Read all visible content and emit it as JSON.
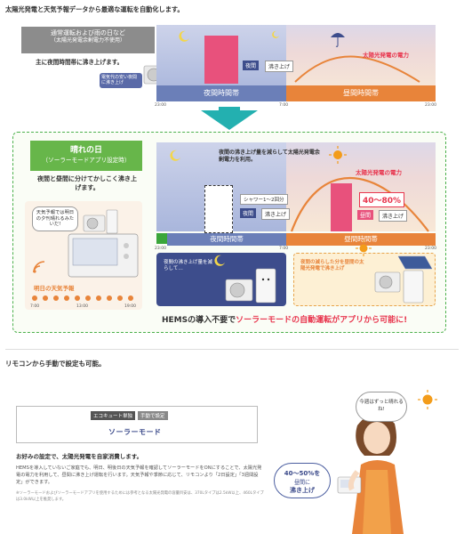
{
  "header": {
    "title": "太陽光発電と天気予報データから最適な運転を自動化します。"
  },
  "top_section": {
    "condition_title": "通常運転および雨の日など",
    "condition_note": "（太陽光発電余剰電力不使用）",
    "subtitle": "主に夜間時間帯に沸き上げます。",
    "speech_bubble": "電気代の安い夜間に沸き上げ",
    "night_label": "夜間",
    "boil_label": "沸き上げ",
    "solar_power_label": "太陽光発電の電力",
    "night_band": "夜間時間帯",
    "day_band": "昼間時間帯",
    "ticks": [
      "23:00",
      "7:00",
      "23:00"
    ]
  },
  "sunny_section": {
    "title": "晴れの日",
    "mode_note": "（ソーラーモードアプリ設定時）",
    "subtitle": "夜間と昼間に分けてかしこく沸き上げます。",
    "forecast_bubble": "天気予報では明日の夕刊晴れるみたいだ!",
    "forecast_label": "明日の天気予報",
    "forecast_times": [
      "7:00",
      "13:00",
      "19:00"
    ],
    "annotation": "夜間の沸き上げ量を減らして太陽光発電余剰電力を利用。",
    "shower_label": "シャワー1～2回分",
    "night_label": "夜間",
    "boil_label": "沸き上げ",
    "day_label": "昼間",
    "solar_power_label": "太陽光発電の電力",
    "percent_label": "40～80%",
    "night_band": "夜間時間帯",
    "day_band": "昼間時間帯",
    "ticks": [
      "23:00",
      "7:00",
      "23:00"
    ],
    "night_card_text": "夜間の沸き上げ量を減らして…",
    "day_card_text": "夜間の減らした分を昼間の太陽光発電で沸き上げ",
    "hems_prefix": "HEMSの導入不要で",
    "hems_highlight": "ソーラーモードの自動運転がアプリから可能に!"
  },
  "remote_section": {
    "title": "リモコンから手動で設定も可能。",
    "tag1": "エコキュート単独",
    "tag2": "手動で設定",
    "mode_name": "ソーラーモード",
    "lead": "お好みの設定で、太陽光発電を自家消費します。",
    "body": "HEMSを導入していないご家庭でも、明日、明後日の天気予報を確認してソーラーモードをONにすることで、太陽光発電の電力を利用して、昼間に沸き上げ運転を行います。天気予報や季節に応じて、リモコンより「2日設定」「3週間設定」ができます。",
    "footnote": "※ソーラーモードおよびソーラーモードアプリを使用するためには参考となる太陽光発電の容量目安は、370Lタイプは2.5kW以上、460Lタイプは3.0kW以上を推奨します。",
    "bubble_right": "今週はずっと晴れるね!",
    "bubble_left_1": "40～50%を",
    "bubble_left_2": "昼間に",
    "bubble_left_3": "沸き上げ"
  },
  "colors": {
    "accent_pink": "#e8517c",
    "night_blue": "#6b7fb8",
    "day_orange": "#e8843a",
    "green": "#67b64a",
    "teal_arrow": "#23b0b0",
    "highlight_red": "#e8364e"
  }
}
